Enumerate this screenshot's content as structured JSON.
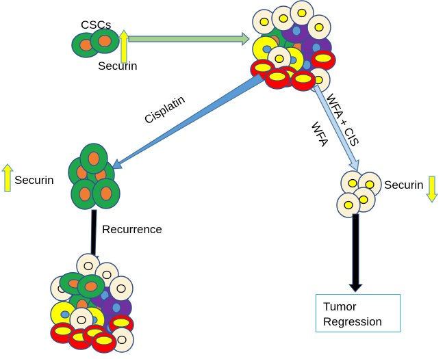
{
  "labels": {
    "cscs": "CSCs",
    "securin_top": "Securin",
    "securin_left": "Securin",
    "securin_right": "Securin",
    "cisplatin": "Cisplatin",
    "wfa_cis": "WFA + CIS",
    "wfa": "WFA",
    "recurrence": "Recurrence",
    "tumor_regression_line1": "Tumor",
    "tumor_regression_line2": "Regression"
  },
  "indicators": {
    "securin_top": "up",
    "securin_left": "up",
    "securin_right": "down"
  },
  "colors": {
    "csc_cell": "#1fa64a",
    "csc_nucleus": "#ee7d31",
    "cream_cell": "#fdf2d5",
    "yellow_nucleus": "#ffff00",
    "purple_cell": "#7030a0",
    "blue_nucleus": "#5b9bd5",
    "red_cell": "#ff0000",
    "yellow_cell": "#ffff00",
    "outline": "#2f528f",
    "green_arrow": "#a9d18e",
    "blue_arrow": "#5b9bd5",
    "light_blue_arrow": "#bdd7ee",
    "black_arrow": "#000000",
    "box_border": "#2ea8e0"
  }
}
